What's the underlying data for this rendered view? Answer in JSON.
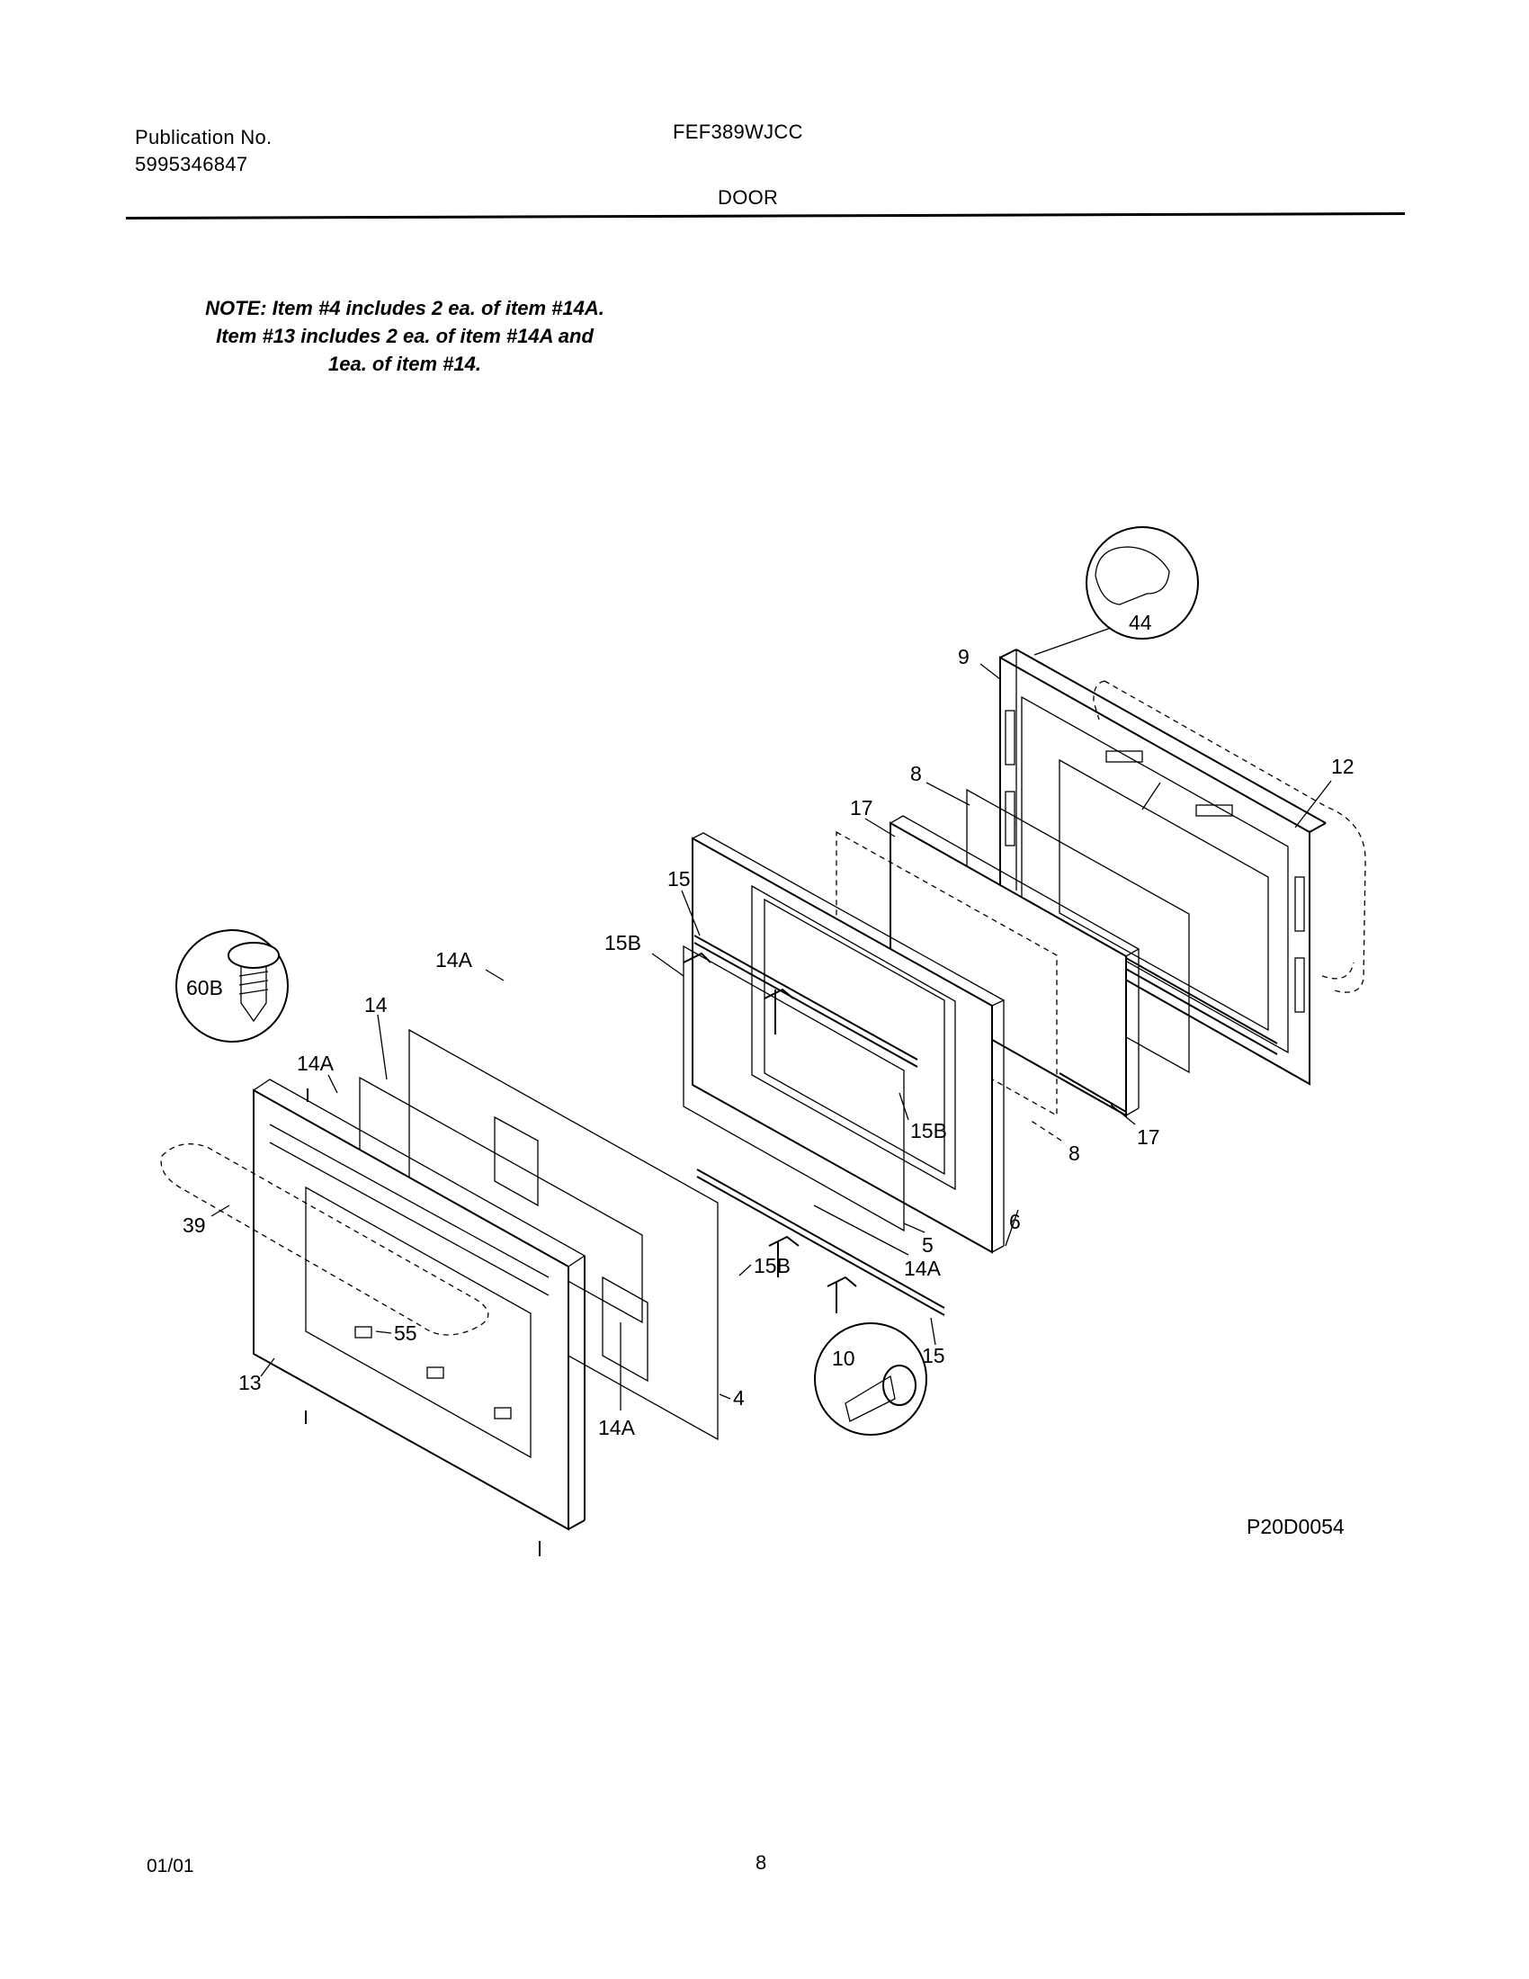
{
  "header": {
    "publication_label": "Publication No.",
    "publication_number": "5995346847",
    "model": "FEF389WJCC",
    "section": "DOOR"
  },
  "note": {
    "line1": "NOTE: Item #4 includes 2 ea. of item #14A.",
    "line2": "Item #13 includes 2 ea. of item #14A and",
    "line3": "1ea. of item #14."
  },
  "callouts": {
    "c44": "44",
    "c9": "9",
    "c12": "12",
    "c8a": "8",
    "c17a": "17",
    "c15a": "15",
    "c15Ba": "15B",
    "c60B": "60B",
    "c14Aa": "14A",
    "c14": "14",
    "c14Ab": "14A",
    "c15Bb": "15B",
    "c8b": "8",
    "c17b": "17",
    "c39": "39",
    "c6": "6",
    "c5": "5",
    "c14Ac": "14A",
    "c15Bc": "15B",
    "c55": "55",
    "c10": "10",
    "c15b": "15",
    "c13": "13",
    "c4": "4",
    "c14Ad": "14A"
  },
  "diagram_code": "P20D0054",
  "footer": {
    "date": "01/01",
    "page": "8"
  }
}
